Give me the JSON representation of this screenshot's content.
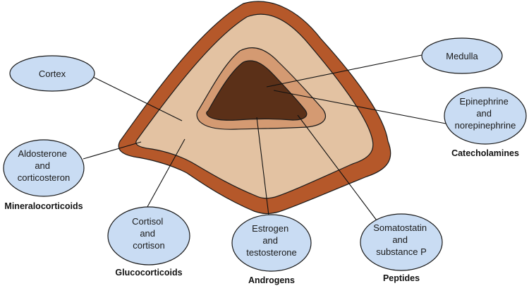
{
  "colors": {
    "outer_capsule": "#b5582a",
    "cortex": "#e3c2a2",
    "inner_ring": "#d49a72",
    "medulla": "#5b3018",
    "bubble_fill": "#c9dcf3",
    "outline": "#1a1a1a"
  },
  "bubbles": {
    "cortex": {
      "lines": [
        "Cortex"
      ]
    },
    "medulla": {
      "lines": [
        "Medulla"
      ]
    },
    "epinephrine": {
      "lines": [
        "Epinephrine",
        "and",
        "norepinephrine"
      ]
    },
    "aldosterone": {
      "lines": [
        "Aldosterone",
        "and",
        "corticosteron"
      ]
    },
    "cortisol": {
      "lines": [
        "Cortisol",
        "and",
        "cortison"
      ]
    },
    "estrogen": {
      "lines": [
        "Estrogen",
        "and",
        "testosterone"
      ]
    },
    "somatostatin": {
      "lines": [
        "Somatostatin",
        "and",
        "substance P"
      ]
    }
  },
  "categories": {
    "catecholamines": "Catecholamines",
    "mineralocorticoids": "Mineralocorticoids",
    "glucocorticoids": "Glucocorticoids",
    "androgens": "Androgens",
    "peptides": "Peptides"
  }
}
